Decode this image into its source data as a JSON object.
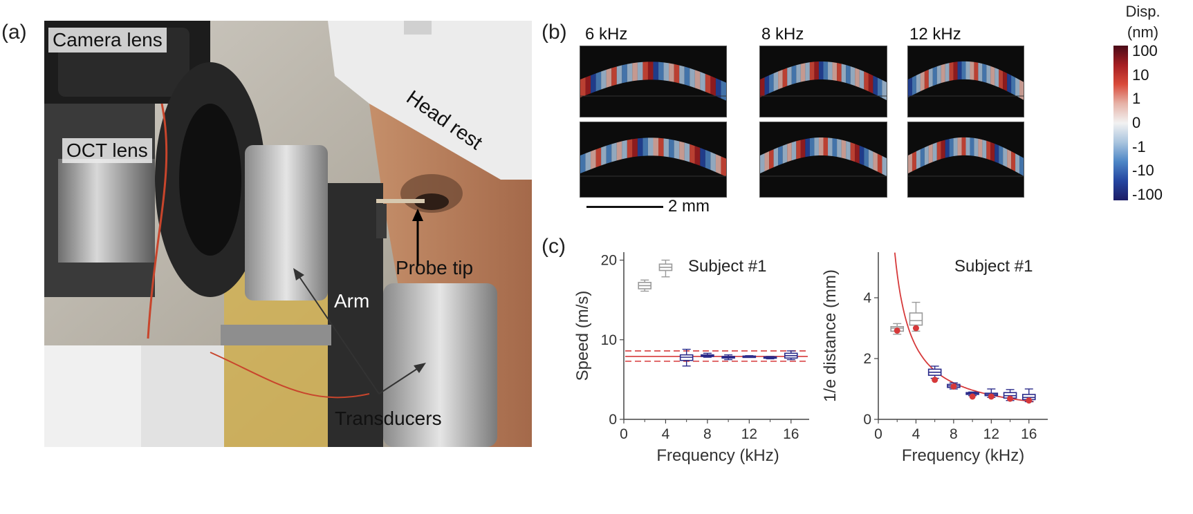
{
  "panels": {
    "a": {
      "label": "(a)",
      "annotations": {
        "camera_lens": "Camera lens",
        "oct_lens": "OCT lens",
        "head_rest": "Head rest",
        "probe_tip": "Probe tip",
        "arm": "Arm",
        "transducers": "Transducers"
      }
    },
    "b": {
      "label": "(b)",
      "frequencies": [
        "6 kHz",
        "8 kHz",
        "12 kHz"
      ],
      "scale_bar": "2 mm",
      "colorbar": {
        "title_line1": "Disp.",
        "title_line2": "(nm)",
        "ticks": [
          "100",
          "10",
          "1",
          "0",
          "-1",
          "-10",
          "-100"
        ],
        "colors": [
          "#4a0a18",
          "#a51e22",
          "#d94a3a",
          "#e6b3a8",
          "#f2f2f2",
          "#a9c4de",
          "#4d86c6",
          "#2545a0",
          "#1c1c66"
        ]
      }
    },
    "c": {
      "label": "(c)"
    }
  },
  "chart_data": [
    {
      "type": "box",
      "title": "Subject #1",
      "xlabel": "Frequency (kHz)",
      "ylabel": "Speed (m/s)",
      "xlim": [
        0,
        18
      ],
      "ylim": [
        0,
        21
      ],
      "xticks": [
        0,
        4,
        8,
        12,
        16
      ],
      "yticks": [
        0,
        10,
        20
      ],
      "boxes": [
        {
          "x": 2,
          "min": 16.1,
          "q1": 16.4,
          "median": 16.8,
          "q3": 17.2,
          "max": 17.5,
          "color": "#9a9a9a"
        },
        {
          "x": 4,
          "min": 17.9,
          "q1": 18.7,
          "median": 19.1,
          "q3": 19.5,
          "max": 20.0,
          "color": "#9a9a9a"
        },
        {
          "x": 6,
          "min": 6.7,
          "q1": 7.4,
          "median": 7.8,
          "q3": 8.1,
          "max": 8.8,
          "color": "#2b2b8a"
        },
        {
          "x": 8,
          "min": 7.8,
          "q1": 7.9,
          "median": 8.0,
          "q3": 8.1,
          "max": 8.3,
          "color": "#2b2b8a"
        },
        {
          "x": 10,
          "min": 7.5,
          "q1": 7.7,
          "median": 7.8,
          "q3": 7.9,
          "max": 8.1,
          "color": "#2b2b8a"
        },
        {
          "x": 12,
          "min": 7.8,
          "q1": 7.85,
          "median": 7.9,
          "q3": 7.95,
          "max": 8.0,
          "color": "#2b2b8a"
        },
        {
          "x": 14,
          "min": 7.6,
          "q1": 7.7,
          "median": 7.75,
          "q3": 7.85,
          "max": 7.9,
          "color": "#2b2b8a"
        },
        {
          "x": 16,
          "min": 7.5,
          "q1": 7.7,
          "median": 8.0,
          "q3": 8.3,
          "max": 8.6,
          "color": "#2b2b8a"
        }
      ],
      "hlines": [
        {
          "y": 7.9,
          "style": "solid",
          "color": "#d6393a"
        },
        {
          "y": 8.6,
          "style": "dashed",
          "color": "#d6393a"
        },
        {
          "y": 7.3,
          "style": "dashed",
          "color": "#d6393a"
        }
      ]
    },
    {
      "type": "box",
      "title": "Subject #1",
      "xlabel": "Frequency (kHz)",
      "ylabel": "1/e distance (mm)",
      "xlim": [
        0,
        18
      ],
      "ylim": [
        0,
        5.5
      ],
      "xticks": [
        0,
        4,
        8,
        12,
        16
      ],
      "yticks": [
        0,
        2,
        4
      ],
      "boxes": [
        {
          "x": 2,
          "min": 2.8,
          "q1": 2.9,
          "median": 3.0,
          "q3": 3.05,
          "max": 3.15,
          "color": "#9a9a9a"
        },
        {
          "x": 4,
          "min": 2.9,
          "q1": 3.1,
          "median": 3.25,
          "q3": 3.5,
          "max": 3.85,
          "color": "#9a9a9a"
        },
        {
          "x": 6,
          "min": 1.35,
          "q1": 1.45,
          "median": 1.55,
          "q3": 1.65,
          "max": 1.75,
          "color": "#2b2b8a"
        },
        {
          "x": 8,
          "min": 1.0,
          "q1": 1.05,
          "median": 1.1,
          "q3": 1.15,
          "max": 1.2,
          "color": "#2b2b8a"
        },
        {
          "x": 10,
          "min": 0.78,
          "q1": 0.82,
          "median": 0.85,
          "q3": 0.88,
          "max": 0.9,
          "color": "#2b2b8a"
        },
        {
          "x": 12,
          "min": 0.72,
          "q1": 0.78,
          "median": 0.82,
          "q3": 0.86,
          "max": 1.0,
          "color": "#2b2b8a"
        },
        {
          "x": 14,
          "min": 0.62,
          "q1": 0.7,
          "median": 0.78,
          "q3": 0.88,
          "max": 0.98,
          "color": "#2b2b8a"
        },
        {
          "x": 16,
          "min": 0.58,
          "q1": 0.65,
          "median": 0.72,
          "q3": 0.82,
          "max": 1.0,
          "color": "#2b2b8a"
        }
      ],
      "points": [
        {
          "x": 2,
          "y": 2.92
        },
        {
          "x": 4,
          "y": 3.0
        },
        {
          "x": 6,
          "y": 1.3
        },
        {
          "x": 8,
          "y": 1.08
        },
        {
          "x": 10,
          "y": 0.75
        },
        {
          "x": 12,
          "y": 0.75
        },
        {
          "x": 14,
          "y": 0.68
        },
        {
          "x": 16,
          "y": 0.62
        }
      ],
      "curve": {
        "form": "a/x",
        "a": 9.6,
        "x_from": 1.75,
        "x_to": 16.5,
        "color": "#d6393a"
      }
    }
  ]
}
